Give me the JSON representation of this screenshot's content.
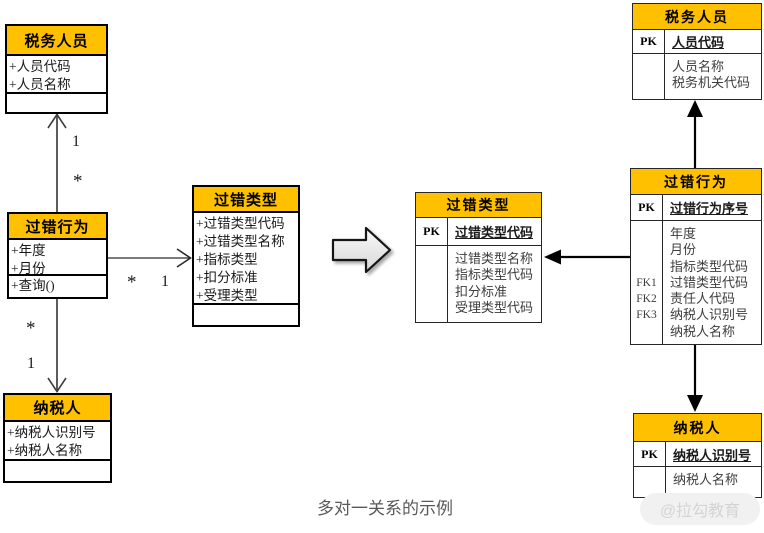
{
  "caption": "多对一关系的示例",
  "watermark": "@拉勾教育",
  "colors": {
    "header_fill": "#FFC000",
    "box_border": "#000000",
    "er_body_text": "#3d3d3d",
    "caption_text": "#595959",
    "transform_arrow_fill": "#e9e9e9"
  },
  "uml_classes": [
    {
      "title": "税务人员",
      "attributes": [
        "+人员代码",
        "+人员名称"
      ],
      "methods": []
    },
    {
      "title": "过错行为",
      "attributes": [
        "+年度",
        "+月份"
      ],
      "methods": [
        "+查询()"
      ]
    },
    {
      "title": "过错类型",
      "attributes": [
        "+过错类型代码",
        "+过错类型名称",
        "+指标类型",
        "+扣分标准",
        "+受理类型"
      ],
      "methods": []
    },
    {
      "title": "纳税人",
      "attributes": [
        "+纳税人识别号",
        "+纳税人名称"
      ],
      "methods": []
    }
  ],
  "relations": [
    {
      "source": "过错行为",
      "target": "税务人员",
      "source_card": "*",
      "target_card": "1"
    },
    {
      "source": "过错行为",
      "target": "过错类型",
      "source_card": "*",
      "target_card": "1"
    },
    {
      "source": "过错行为",
      "target": "纳税人",
      "source_card": "*",
      "target_card": "1"
    }
  ],
  "er_tables": [
    {
      "title": "税务人员",
      "pk_label": "PK",
      "pk_field": "人员代码",
      "rows": [
        {
          "key": "",
          "field": "人员名称"
        },
        {
          "key": "",
          "field": "税务机关代码"
        }
      ]
    },
    {
      "title": "过错类型",
      "pk_label": "PK",
      "pk_field": "过错类型代码",
      "rows": [
        {
          "key": "",
          "field": "过错类型名称"
        },
        {
          "key": "",
          "field": "指标类型代码"
        },
        {
          "key": "",
          "field": "扣分标准"
        },
        {
          "key": "",
          "field": "受理类型代码"
        }
      ]
    },
    {
      "title": "过错行为",
      "pk_label": "PK",
      "pk_field": "过错行为序号",
      "rows": [
        {
          "key": "",
          "field": "年度"
        },
        {
          "key": "",
          "field": "月份"
        },
        {
          "key": "",
          "field": "指标类型代码"
        },
        {
          "key": "FK1",
          "field": "过错类型代码"
        },
        {
          "key": "FK2",
          "field": "责任人代码"
        },
        {
          "key": "FK3",
          "field": "纳税人识别号"
        },
        {
          "key": "",
          "field": "纳税人名称"
        }
      ]
    },
    {
      "title": "纳税人",
      "pk_label": "PK",
      "pk_field": "纳税人识别号",
      "rows": [
        {
          "key": "",
          "field": "纳税人名称"
        }
      ]
    }
  ]
}
